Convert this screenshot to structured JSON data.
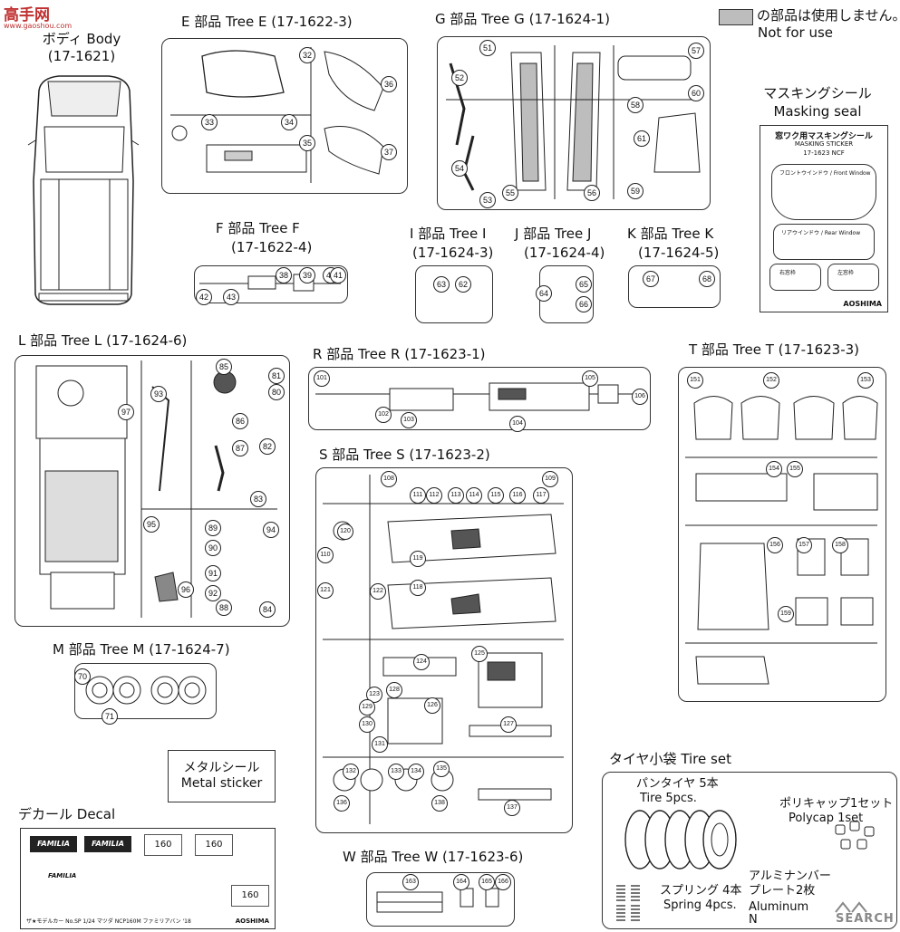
{
  "legend": {
    "swatch_color": "#bdbdbd",
    "jp": "の部品は使用しません。",
    "en": "Not for use"
  },
  "body": {
    "title": "ボディ Body",
    "code": "(17-1621)"
  },
  "trees": {
    "E": {
      "title": "E 部品 Tree E",
      "code": "(17-1622-3)",
      "parts": [
        "32",
        "33",
        "34",
        "35",
        "36",
        "37"
      ]
    },
    "G": {
      "title": "G 部品 Tree G",
      "code": "(17-1624-1)",
      "parts": [
        "51",
        "52",
        "53",
        "54",
        "55",
        "56",
        "57",
        "58",
        "59",
        "60",
        "61"
      ]
    },
    "F": {
      "title": "F 部品 Tree F",
      "code": "(17-1622-4)",
      "parts": [
        "38",
        "39",
        "40",
        "41",
        "42",
        "43"
      ]
    },
    "I": {
      "title": "I 部品 Tree I",
      "code": "(17-1624-3)",
      "parts": [
        "62",
        "63"
      ]
    },
    "J": {
      "title": "J 部品 Tree J",
      "code": "(17-1624-4)",
      "parts": [
        "64",
        "65",
        "66"
      ]
    },
    "K": {
      "title": "K 部品 Tree K",
      "code": "(17-1624-5)",
      "parts": [
        "67",
        "68"
      ]
    },
    "L": {
      "title": "L 部品 Tree L",
      "code": "(17-1624-6)",
      "parts": [
        "80",
        "81",
        "82",
        "83",
        "84",
        "85",
        "86",
        "87",
        "88",
        "89",
        "90",
        "91",
        "92",
        "93",
        "94",
        "95",
        "96",
        "97"
      ]
    },
    "R": {
      "title": "R 部品 Tree R",
      "code": "(17-1623-1)",
      "parts": [
        "101",
        "102",
        "103",
        "104",
        "105",
        "106"
      ]
    },
    "T": {
      "title": "T 部品 Tree T",
      "code": "(17-1623-3)",
      "parts": [
        "151",
        "152",
        "153",
        "154",
        "155",
        "156",
        "157",
        "158",
        "159"
      ]
    },
    "S": {
      "title": "S 部品 Tree S",
      "code": "(17-1623-2)",
      "parts": [
        "108",
        "109",
        "110",
        "111",
        "112",
        "113",
        "114",
        "115",
        "116",
        "117",
        "118",
        "119",
        "120",
        "121",
        "122",
        "123",
        "124",
        "125",
        "126",
        "127",
        "128",
        "129",
        "130",
        "131",
        "132",
        "133",
        "134",
        "135",
        "136",
        "137",
        "138"
      ]
    },
    "M": {
      "title": "M 部品 Tree M",
      "code": "(17-1624-7)",
      "parts": [
        "70",
        "71"
      ]
    },
    "W": {
      "title": "W 部品 Tree W",
      "code": "(17-1623-6)",
      "parts": [
        "163",
        "164",
        "165",
        "166"
      ]
    }
  },
  "masking": {
    "jp": "マスキングシール",
    "en": "Masking seal",
    "sheet_title": "窓ワク用マスキングシール",
    "sheet_subtitle": "MASKING STICKER",
    "sheet_code": "17-1623 NCF",
    "items": [
      "フロントウインドウ / Front Window",
      "リアウインドウ / Rear Window",
      "右窓枠",
      "左窓枠"
    ],
    "brand": "AOSHIMA"
  },
  "metal_sticker": {
    "jp": "メタルシール",
    "en": "Metal sticker"
  },
  "decal": {
    "title": "デカール Decal",
    "brand_text": "FAMILIA",
    "plate_text": "160",
    "footer": "ザ★モデルカー No.SP 1/24 マツダ NCP160M ファミリアバン '18",
    "maker": "AOSHIMA"
  },
  "tire_set": {
    "title": "タイヤ小袋 Tire set",
    "tire_jp": "パンタイヤ 5本",
    "tire_en": "Tire 5pcs.",
    "polycap_jp": "ポリキャップ1セット",
    "polycap_en": "Polycap 1set",
    "spring_jp": "スプリング 4本",
    "spring_en": "Spring 4pcs.",
    "plate_jp": "アルミナンバー",
    "plate_jp2": "プレート2枚",
    "plate_en": "Aluminum",
    "plate_en2": "N"
  },
  "watermarks": {
    "top_left": "高手网",
    "top_left_url": "www.gaoshou.com",
    "bottom_right": "SEARCH"
  }
}
